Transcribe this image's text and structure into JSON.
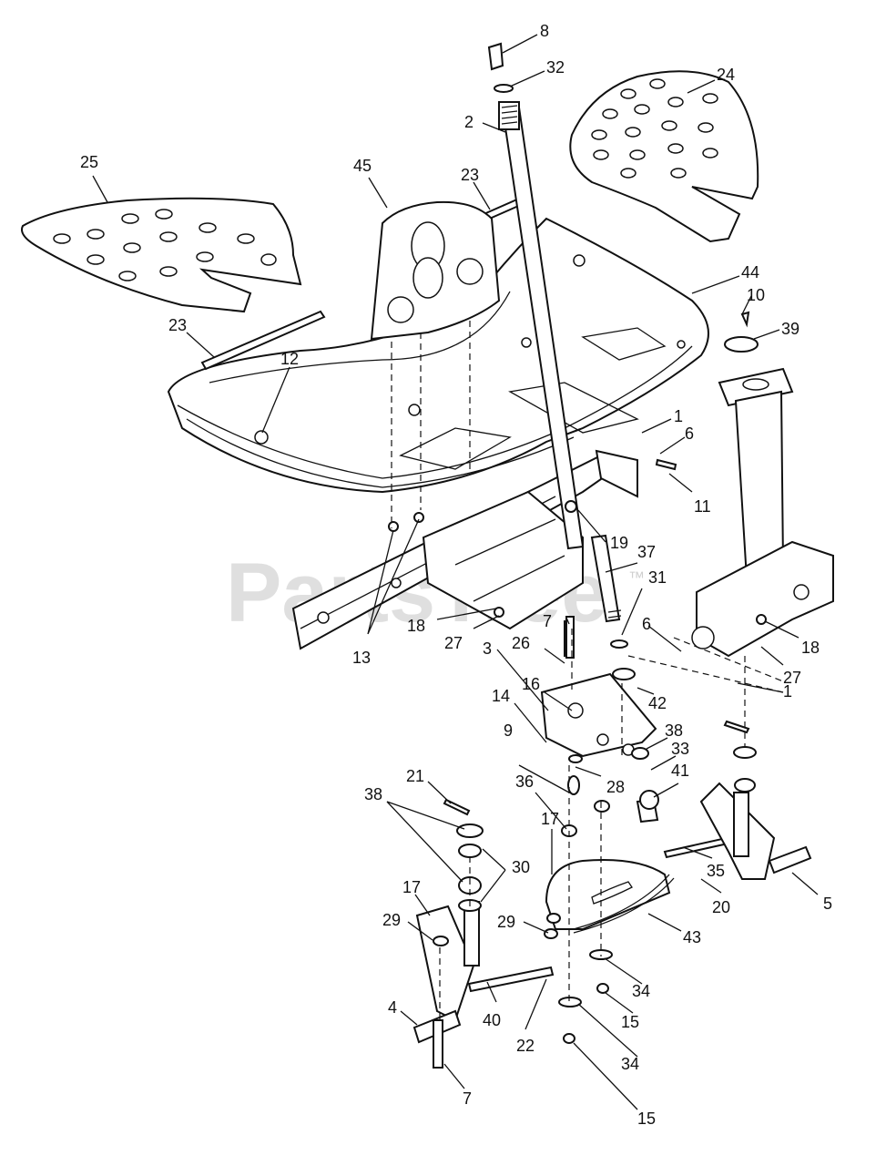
{
  "watermark": {
    "text": "PartsTree",
    "trademark": "™"
  },
  "colors": {
    "ink": "#111111",
    "watermark": "#d4d4d4",
    "background": "#ffffff"
  },
  "callouts": [
    {
      "id": "c8",
      "label": "8"
    },
    {
      "id": "c32",
      "label": "32"
    },
    {
      "id": "c24",
      "label": "24"
    },
    {
      "id": "c2",
      "label": "2"
    },
    {
      "id": "c25",
      "label": "25"
    },
    {
      "id": "c45",
      "label": "45"
    },
    {
      "id": "c23a",
      "label": "23"
    },
    {
      "id": "c44",
      "label": "44"
    },
    {
      "id": "c23b",
      "label": "23"
    },
    {
      "id": "c10",
      "label": "10"
    },
    {
      "id": "c39",
      "label": "39"
    },
    {
      "id": "c12",
      "label": "12"
    },
    {
      "id": "c1a",
      "label": "1"
    },
    {
      "id": "c6a",
      "label": "6"
    },
    {
      "id": "c11",
      "label": "11"
    },
    {
      "id": "c19",
      "label": "19"
    },
    {
      "id": "c37",
      "label": "37"
    },
    {
      "id": "c31",
      "label": "31"
    },
    {
      "id": "c6b",
      "label": "6"
    },
    {
      "id": "c18a",
      "label": "18"
    },
    {
      "id": "c7a",
      "label": "7"
    },
    {
      "id": "c18b",
      "label": "18"
    },
    {
      "id": "c13",
      "label": "13"
    },
    {
      "id": "c27a",
      "label": "27"
    },
    {
      "id": "c3",
      "label": "3"
    },
    {
      "id": "c26",
      "label": "26"
    },
    {
      "id": "c27b",
      "label": "27"
    },
    {
      "id": "c14",
      "label": "14"
    },
    {
      "id": "c16",
      "label": "16"
    },
    {
      "id": "c42",
      "label": "42"
    },
    {
      "id": "c1b",
      "label": "1"
    },
    {
      "id": "c9",
      "label": "9"
    },
    {
      "id": "c38a",
      "label": "38"
    },
    {
      "id": "c33",
      "label": "33"
    },
    {
      "id": "c28",
      "label": "28"
    },
    {
      "id": "c21",
      "label": "21"
    },
    {
      "id": "c41",
      "label": "41"
    },
    {
      "id": "c38b",
      "label": "38"
    },
    {
      "id": "c36",
      "label": "36"
    },
    {
      "id": "c17a",
      "label": "17"
    },
    {
      "id": "c30",
      "label": "30"
    },
    {
      "id": "c35",
      "label": "35"
    },
    {
      "id": "c20",
      "label": "20"
    },
    {
      "id": "c17b",
      "label": "17"
    },
    {
      "id": "c5",
      "label": "5"
    },
    {
      "id": "c29a",
      "label": "29"
    },
    {
      "id": "c29b",
      "label": "29"
    },
    {
      "id": "c43",
      "label": "43"
    },
    {
      "id": "c4",
      "label": "4"
    },
    {
      "id": "c40",
      "label": "40"
    },
    {
      "id": "c34a",
      "label": "34"
    },
    {
      "id": "c15a",
      "label": "15"
    },
    {
      "id": "c22",
      "label": "22"
    },
    {
      "id": "c34b",
      "label": "34"
    },
    {
      "id": "c7b",
      "label": "7"
    },
    {
      "id": "c15b",
      "label": "15"
    }
  ]
}
